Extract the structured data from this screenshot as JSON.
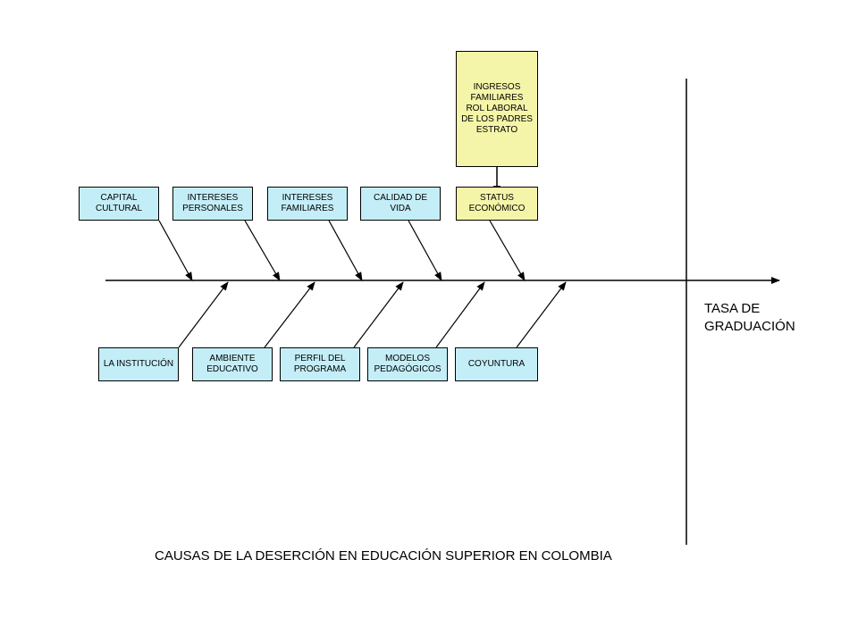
{
  "colors": {
    "blue": "#c4eef7",
    "yellow": "#f4f5a8",
    "line": "#000000"
  },
  "effect": "TASA DE\nGRADUACIÓN",
  "caption": "CAUSAS DE LA DESERCIÓN EN EDUCACIÓN SUPERIOR EN COLOMBIA",
  "top_causes": [
    "CAPITAL\nCULTURAL",
    "INTERESES\nPERSONALES",
    "INTERESES\nFAMILIARES",
    "CALIDAD DE\nVIDA",
    "STATUS\nECONÓMICO"
  ],
  "bottom_causes": [
    "LA INSTITUCIÓN",
    "AMBIENTE\nEDUCATIVO",
    "PERFIL DEL\nPROGRAMA",
    "MODELOS\nPEDAGÓGICOS",
    "COYUNTURA"
  ],
  "sub_cause": "INGRESOS\nFAMILIARES\nROL LABORAL\nDE LOS PADRES\nESTRATO"
}
